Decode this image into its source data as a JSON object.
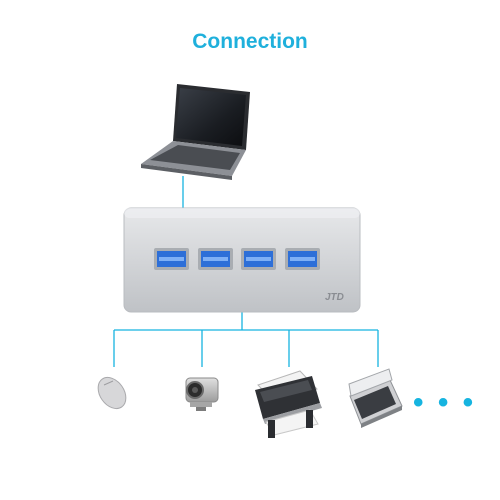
{
  "title": "Connection",
  "hub_brand": "JTD",
  "more_indicator": "• • •",
  "colors": {
    "accent": "#16b4e0",
    "title": "#1fb0dc",
    "hub_body": "#c9cbce",
    "usb_port": "#2d6fd8"
  },
  "devices": [
    {
      "name": "mouse"
    },
    {
      "name": "webcam"
    },
    {
      "name": "printer"
    },
    {
      "name": "scanner"
    }
  ]
}
